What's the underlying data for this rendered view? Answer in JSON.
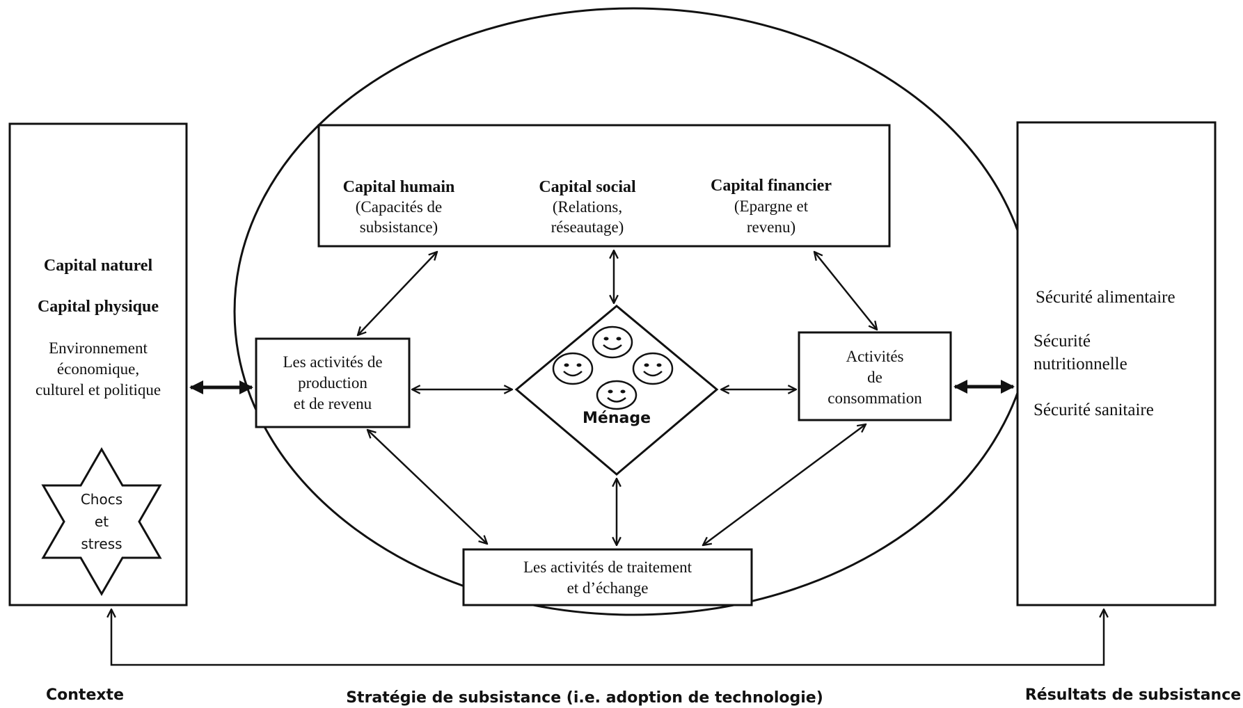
{
  "context_box": {
    "capital_naturel": "Capital naturel",
    "capital_physique": "Capital physique",
    "environment_lines": [
      "Environnement",
      "économique,",
      "culturel et politique"
    ],
    "shock_lines": [
      "Chocs",
      "et",
      "stress"
    ]
  },
  "capitals_box": {
    "humain": {
      "title": "Capital humain",
      "lines": [
        "(Capacités de",
        "subsistance)"
      ]
    },
    "social": {
      "title": "Capital social",
      "lines": [
        "(Relations,",
        "réseautage)"
      ]
    },
    "financier": {
      "title": "Capital financier",
      "lines": [
        "(Epargne et",
        "revenu)"
      ]
    }
  },
  "production_box": {
    "lines": [
      "Les activités de",
      "production",
      "et de revenu"
    ]
  },
  "household": {
    "label": "Ménage"
  },
  "consumption_box": {
    "lines": [
      "Activités",
      "de",
      "consommation"
    ]
  },
  "processing_box": {
    "lines": [
      "Les activités de traitement",
      "et d’échange"
    ]
  },
  "outcomes_box": {
    "line1": "Sécurité alimentaire",
    "line2a": "Sécurité",
    "line2b": "nutritionnelle",
    "line3": "Sécurité sanitaire"
  },
  "footer": {
    "left": "Contexte",
    "center": "Stratégie de subsistance (i.e. adoption de technologie)",
    "right": "Résultats de subsistance"
  }
}
